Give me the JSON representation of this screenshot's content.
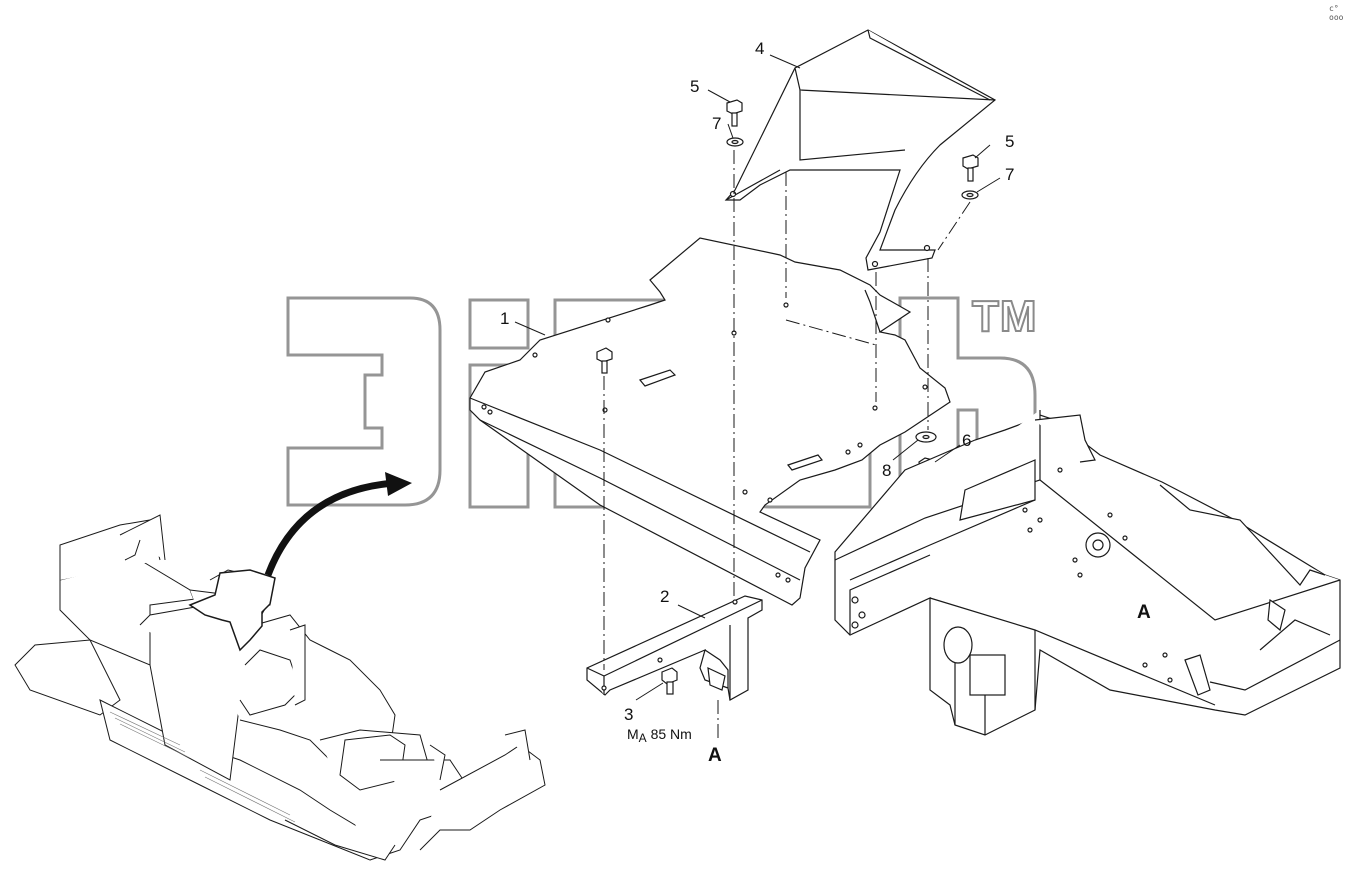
{
  "diagram": {
    "watermark": {
      "trademark": "TM",
      "brand_color": "#8a8a8a"
    },
    "callouts": [
      {
        "id": "1",
        "label": "1"
      },
      {
        "id": "2",
        "label": "2"
      },
      {
        "id": "3",
        "label": "3"
      },
      {
        "id": "4",
        "label": "4"
      },
      {
        "id": "5a",
        "label": "5"
      },
      {
        "id": "5b",
        "label": "5"
      },
      {
        "id": "6",
        "label": "6"
      },
      {
        "id": "7a",
        "label": "7"
      },
      {
        "id": "7b",
        "label": "7"
      },
      {
        "id": "8",
        "label": "8"
      }
    ],
    "torque": {
      "prefix": "M",
      "subscript": "A",
      "value": " 85 Nm"
    },
    "section_marks": {
      "a1": "A",
      "a2": "A"
    },
    "corner_mark": "c° ooo",
    "line_color": "#1a1a1a"
  }
}
